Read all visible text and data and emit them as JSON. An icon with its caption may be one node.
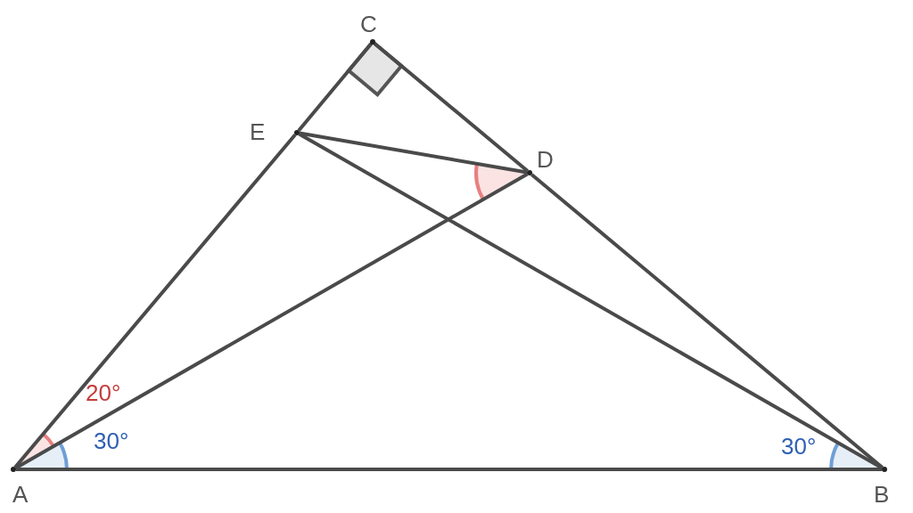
{
  "diagram": {
    "nodes": [
      {
        "text": [
          "A"
        ]
      },
      {
        "text": [
          "B"
        ]
      },
      {
        "text": [
          "C"
        ]
      },
      {
        "text": [
          "D"
        ]
      },
      {
        "text": [
          "E"
        ]
      }
    ],
    "edges": [
      {
        "from": 0,
        "to": 1,
        "arrow": "none"
      },
      {
        "from": 0,
        "to": 4,
        "arrow": "none"
      },
      {
        "from": 4,
        "to": 2,
        "arrow": "none"
      },
      {
        "from": 2,
        "to": 3,
        "arrow": "none"
      },
      {
        "from": 3,
        "to": 1,
        "arrow": "none"
      },
      {
        "from": 0,
        "to": 3,
        "arrow": "none"
      },
      {
        "from": 4,
        "to": 1,
        "arrow": "none"
      },
      {
        "from": 4,
        "to": 3,
        "arrow": "none"
      }
    ],
    "labels": [
      "20°",
      "30°",
      "30°"
    ]
  }
}
